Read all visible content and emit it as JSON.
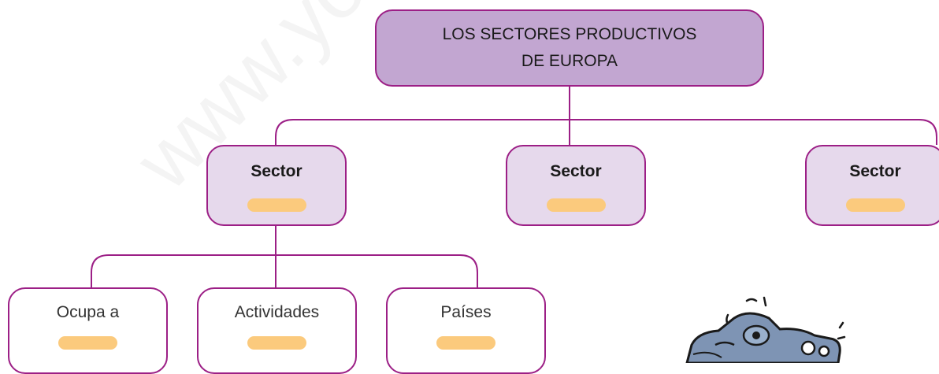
{
  "diagram": {
    "root": {
      "line1": "LOS SECTORES PRODUCTIVOS",
      "line2": "DE EUROPA"
    },
    "sectors": [
      {
        "label": "Sector"
      },
      {
        "label": "Sector"
      },
      {
        "label": "Sector"
      }
    ],
    "details": [
      {
        "label": "Ocupa a"
      },
      {
        "label": "Actividades"
      },
      {
        "label": "Países"
      }
    ]
  },
  "watermark": {
    "text": "www.yo"
  },
  "colors": {
    "border": "#9c1f86",
    "root_fill": "#c2a6d1",
    "sector_fill": "#e6d9ec",
    "blank_fill": "#fbca7d"
  },
  "illustration": {
    "icon": "cartoon-machine-icon"
  }
}
